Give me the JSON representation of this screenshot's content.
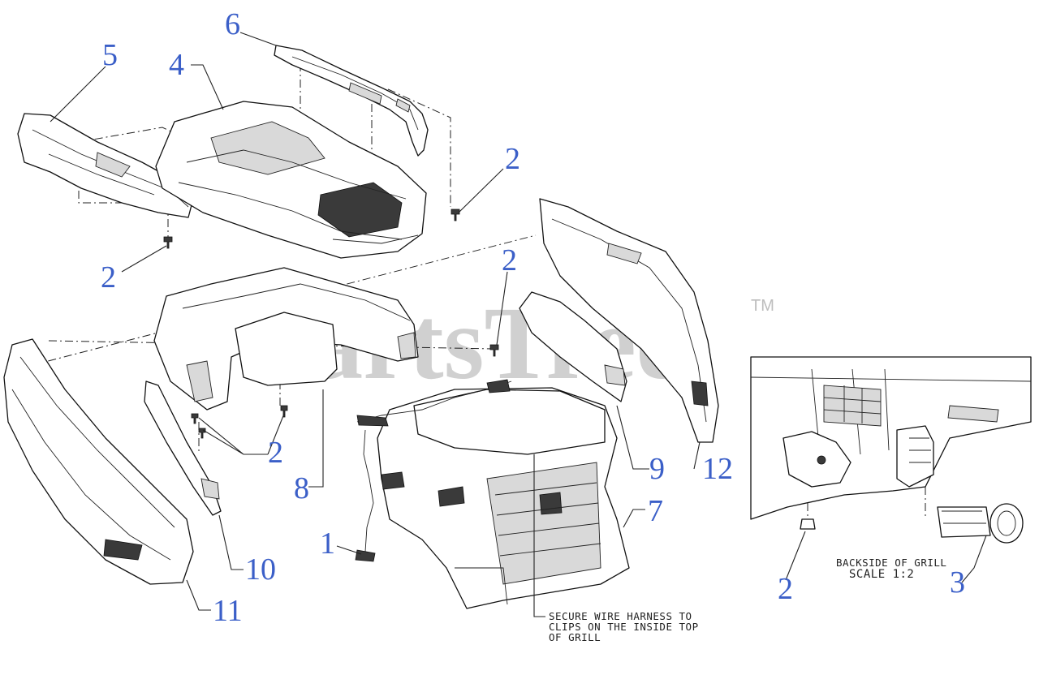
{
  "watermark": {
    "text": "PartsTree",
    "trademark": "TM"
  },
  "callouts": [
    {
      "id": "c6",
      "text": "6"
    },
    {
      "id": "c5",
      "text": "5"
    },
    {
      "id": "c4",
      "text": "4"
    },
    {
      "id": "c2a",
      "text": "2"
    },
    {
      "id": "c2b",
      "text": "2"
    },
    {
      "id": "c2c",
      "text": "2"
    },
    {
      "id": "c2d",
      "text": "2"
    },
    {
      "id": "c2e",
      "text": "2"
    },
    {
      "id": "c9",
      "text": "9"
    },
    {
      "id": "c12",
      "text": "12"
    },
    {
      "id": "c8",
      "text": "8"
    },
    {
      "id": "c7",
      "text": "7"
    },
    {
      "id": "c1",
      "text": "1"
    },
    {
      "id": "c10",
      "text": "10"
    },
    {
      "id": "c11",
      "text": "11"
    },
    {
      "id": "c3",
      "text": "3"
    }
  ],
  "notes": {
    "wire_harness": [
      "SECURE WIRE HARNESS TO",
      "CLIPS ON THE INSIDE TOP",
      "OF GRILL"
    ],
    "grill_detail": [
      "BACKSIDE OF GRILL",
      "SCALE 1:2"
    ]
  },
  "colors": {
    "callout": "#3b5fc8",
    "line": "#111111",
    "watermark": "#c8c8c8"
  }
}
